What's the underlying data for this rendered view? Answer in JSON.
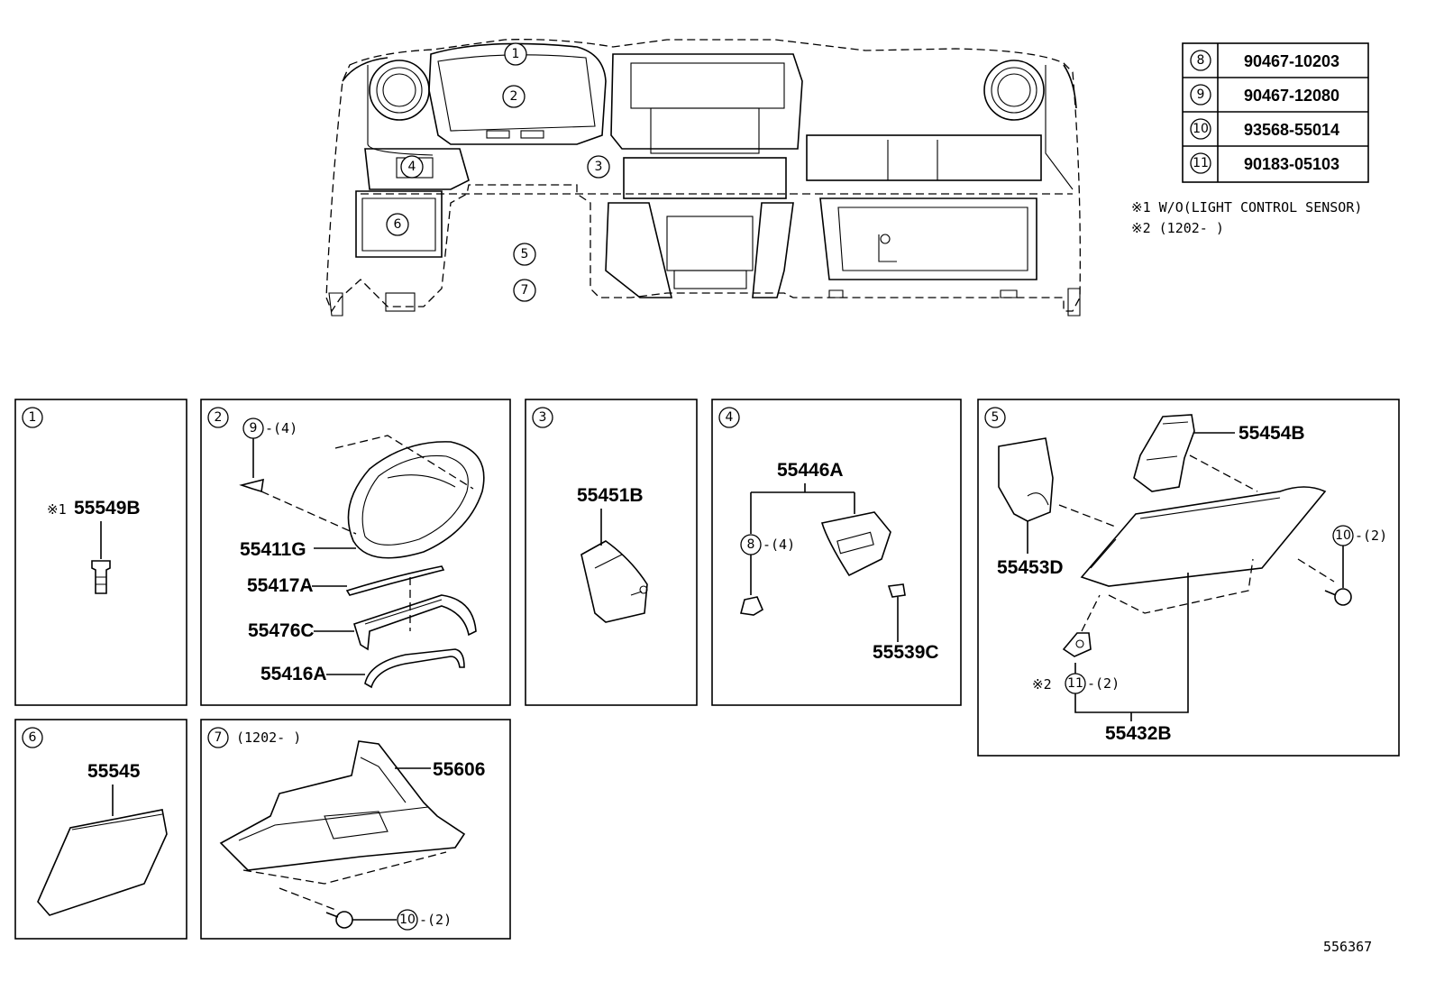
{
  "parts_table": [
    {
      "ref": "8",
      "part_no": "90467-10203"
    },
    {
      "ref": "9",
      "part_no": "90467-12080"
    },
    {
      "ref": "10",
      "part_no": "93568-55014"
    },
    {
      "ref": "11",
      "part_no": "90183-05103"
    }
  ],
  "notes": [
    "※1 W/O(LIGHT CONTROL SENSOR)",
    "※2 (1202-      )"
  ],
  "overview_callouts": [
    "1",
    "2",
    "3",
    "4",
    "5",
    "6",
    "7"
  ],
  "panels": {
    "p1": {
      "ref": "1",
      "note": "※1",
      "part": "55549B"
    },
    "p2": {
      "ref": "2",
      "fastener_ref": "9",
      "fastener_qty": "-(4)",
      "parts": [
        "55411G",
        "55417A",
        "55476C",
        "55416A"
      ]
    },
    "p3": {
      "ref": "3",
      "part": "55451B"
    },
    "p4": {
      "ref": "4",
      "part_a": "55446A",
      "fastener_ref": "8",
      "fastener_qty": "-(4)",
      "part_b": "55539C"
    },
    "p5": {
      "ref": "5",
      "part_a": "55454B",
      "part_b": "55453D",
      "fastener_ref": "10",
      "fastener_qty": "-(2)",
      "note": "※2",
      "clip_ref": "11",
      "clip_qty": "-(2)",
      "part_c": "55432B"
    },
    "p6": {
      "ref": "6",
      "part": "55545"
    },
    "p7": {
      "ref": "7",
      "range": "(1202-      )",
      "part": "55606",
      "fastener_ref": "10",
      "fastener_qty": "-(2)"
    }
  },
  "figure_id": "556367"
}
